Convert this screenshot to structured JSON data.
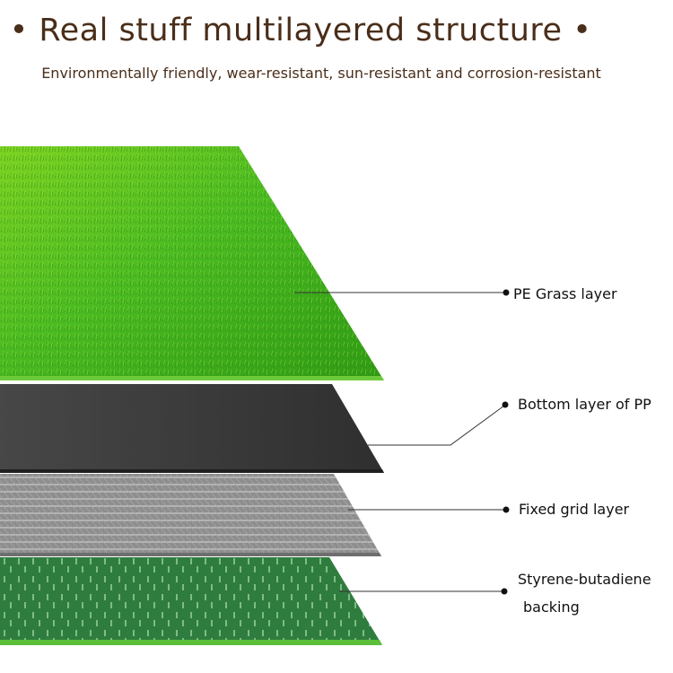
{
  "header": {
    "title": "• Real stuff multilayered structure •",
    "subtitle": "Environmentally friendly, wear-resistant, sun-resistant and corrosion-resistant"
  },
  "layers": [
    {
      "label": "PE Grass layer",
      "color": "#3fae1f"
    },
    {
      "label": "Bottom layer of PP",
      "color": "#3a3a3a"
    },
    {
      "label": "Fixed grid layer",
      "color": "#8a8a8a"
    },
    {
      "label_line1": "Styrene-butadiene",
      "label_line2": "backing",
      "color": "#2f7d3e"
    }
  ]
}
